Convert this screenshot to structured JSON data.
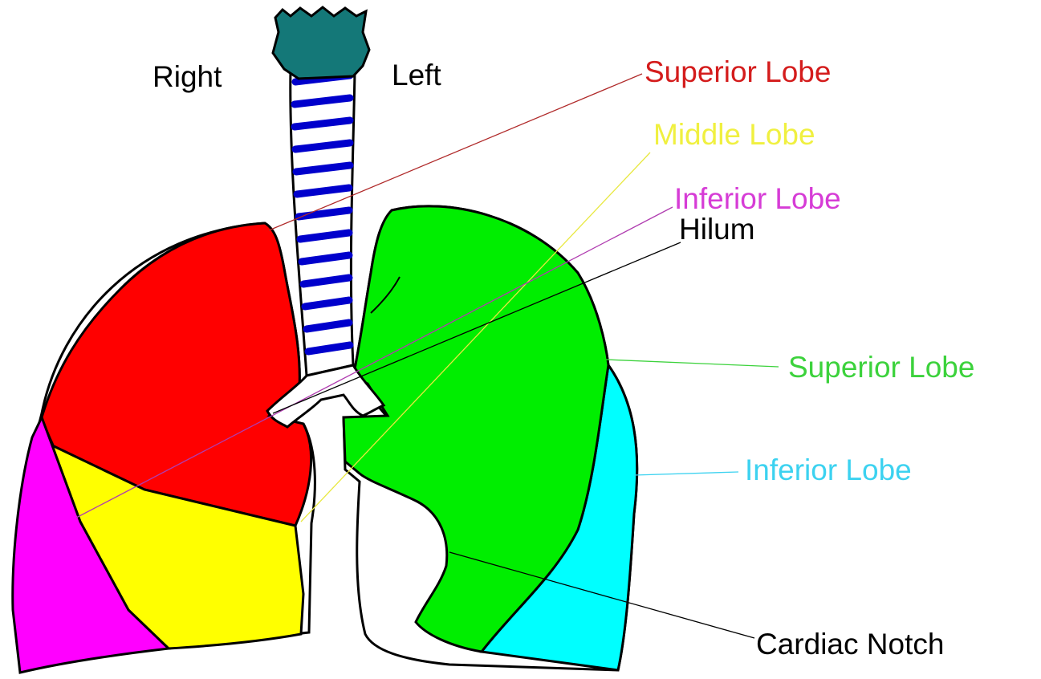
{
  "side_labels": {
    "right": "Right",
    "left": "Left"
  },
  "right_lung_labels": {
    "superior": "Superior Lobe",
    "middle": "Middle Lobe",
    "inferior": "Inferior Lobe",
    "hilum": "Hilum"
  },
  "left_lung_labels": {
    "superior": "Superior Lobe",
    "inferior": "Inferior Lobe",
    "cardiac_notch": "Cardiac Notch"
  },
  "colors": {
    "right_superior": "#ff0000",
    "right_middle": "#ffff00",
    "right_inferior": "#ff00ff",
    "left_superior": "#00ee00",
    "left_inferior": "#00ffff",
    "larynx": "#147878",
    "trachea_rings": "#0000cc",
    "label_superior_right": "#d41c1c",
    "label_middle": "#f0f040",
    "label_inferior_right": "#d63cd6",
    "label_superior_left": "#3cd23c",
    "label_inferior_left": "#3cd2f0",
    "label_black": "#000000"
  }
}
